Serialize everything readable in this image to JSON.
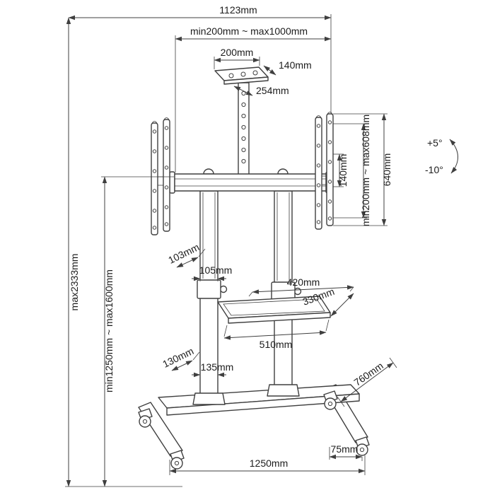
{
  "diagram": {
    "type": "technical-dimension-drawing",
    "subject": "mobile TV cart / trolley stand",
    "colors": {
      "line": "#3f3f3f",
      "text": "#1c1c1c",
      "background": "#ffffff"
    }
  },
  "dims": {
    "top_width": "1123mm",
    "bracket_spacing_range": "min200mm ~ max1000mm",
    "plate_width": "200mm",
    "plate_depth": "140mm",
    "plate_offset": "254mm",
    "crossbar_height": "140mm",
    "vesa_height_range": "min200mm ~ max608mm",
    "bracket_height": "640mm",
    "tilt_up": "+5°",
    "tilt_down": "-10°",
    "total_height": "max2333mm",
    "screen_height_range": "min1250mm ~ max1600mm",
    "column_depth_upper": "103mm",
    "column_width_upper": "105mm",
    "shelf_inner_width": "420mm",
    "shelf_depth": "330mm",
    "shelf_outer_width": "510mm",
    "column_depth_lower": "130mm",
    "column_width_lower": "135mm",
    "base_depth": "760mm",
    "caster_offset": "75mm",
    "base_width": "1250mm"
  }
}
